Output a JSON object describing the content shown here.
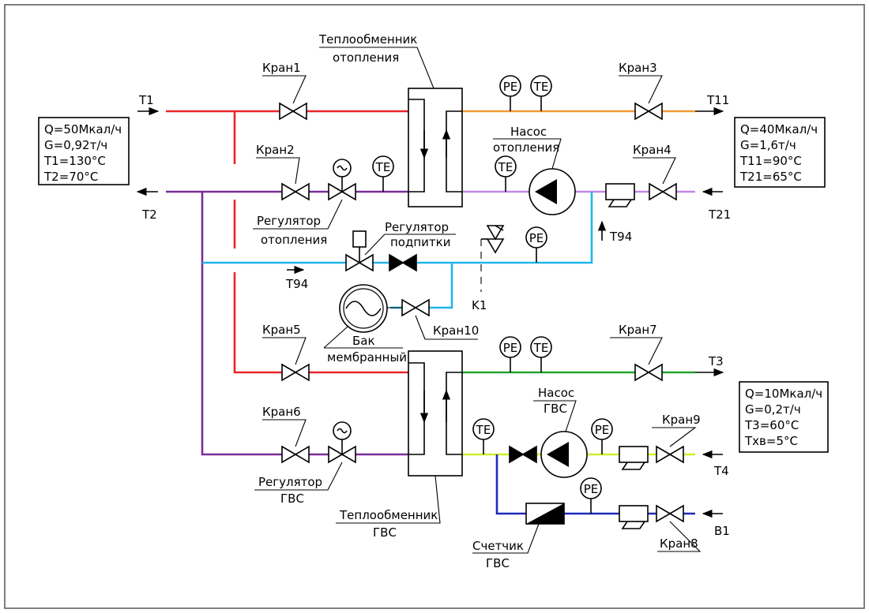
{
  "colors": {
    "supply_T1": "#e8262a",
    "return_T2": "#7a2d99",
    "heating_T11": "#f29a38",
    "heating_T21": "#c586e8",
    "makeup_T94": "#23b6ea",
    "dhw_T3": "#22a32c",
    "dhw_T4": "#ccf02a",
    "cold_B1": "#1e2bb8"
  },
  "pipes": {
    "T1": "T1",
    "T2": "T2",
    "T11": "T11",
    "T21": "T21",
    "T94_left": "T94",
    "T94_right": "T94",
    "T3": "T3",
    "T4": "T4",
    "B1": "B1",
    "K1": "K1"
  },
  "boxes": {
    "left": [
      "Q=50Мкал/ч",
      "G=0,92т/ч",
      "T1=130°С",
      "T2=70°С"
    ],
    "right_top": [
      "Q=40Мкал/ч",
      "G=1,6т/ч",
      "T11=90°С",
      "T21=65°С"
    ],
    "right_bottom": [
      "Q=10Мкал/ч",
      "G=0,2т/ч",
      "T3=60°С",
      "Tхв=5°С"
    ]
  },
  "labels": {
    "hx_heating": [
      "Теплообменник",
      "отопления"
    ],
    "hx_dhw": [
      "Теплообменник",
      "ГВС"
    ],
    "pump_heating": [
      "Насос",
      "отопления"
    ],
    "pump_dhw": [
      "Насос",
      "ГВС"
    ],
    "reg_heating": [
      "Регулятор",
      "отопления"
    ],
    "reg_makeup": [
      "Регулятор",
      "подпитки"
    ],
    "reg_dhw": [
      "Регулятор",
      "ГВС"
    ],
    "tank": [
      "Бак",
      "мембранный"
    ],
    "meter": [
      "Счетчик",
      "ГВС"
    ],
    "valves": {
      "v1": "Кран1",
      "v2": "Кран2",
      "v3": "Кран3",
      "v4": "Кран4",
      "v5": "Кран5",
      "v6": "Кран6",
      "v7": "Кран7",
      "v8": "Кран8",
      "v9": "Кран9",
      "v10": "Кран10"
    }
  },
  "sensors": {
    "pressure": "PE",
    "temperature": "TE"
  }
}
